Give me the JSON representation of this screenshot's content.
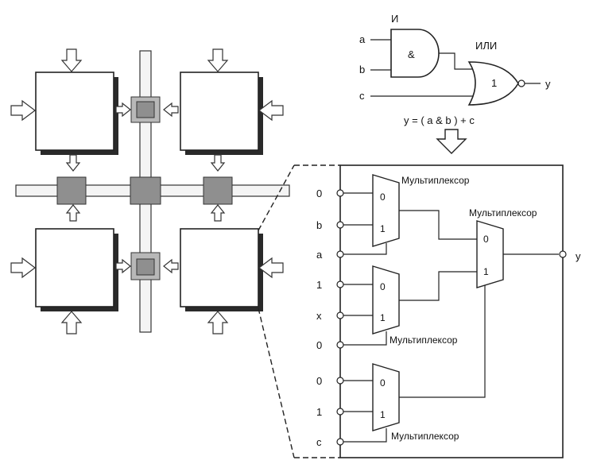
{
  "logic": {
    "and_label": "И",
    "and_symbol": "&",
    "or_label": "ИЛИ",
    "or_symbol": "1",
    "inputs": [
      "a",
      "b",
      "c"
    ],
    "output": "y",
    "equation": "y = (  a & b  ) + c"
  },
  "mux_block": {
    "mux_top_label": "Мультиплексор",
    "mux_out_label": "Мультиплексор",
    "mux_mid_label": "Мультиплексор",
    "mux_bot_label": "Мультиплексор",
    "in0": "0",
    "in1": "1",
    "pins": [
      "0",
      "b",
      "a",
      "1",
      "x",
      "0",
      "0",
      "1",
      "c"
    ],
    "output": "y"
  }
}
